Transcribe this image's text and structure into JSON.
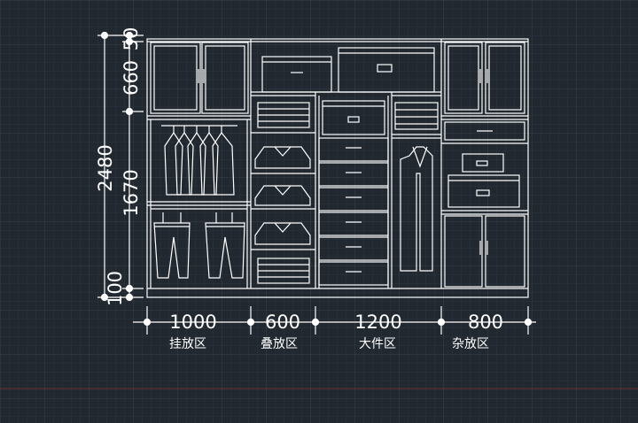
{
  "colors": {
    "background": "#212830",
    "grid": "#2d3540",
    "grid_major": "#37404b",
    "lines": "#ffffff",
    "baseline": "#6a2e2e"
  },
  "vertical_dimensions": {
    "total": "2480",
    "top_trim": "50",
    "upper_cabinet": "660",
    "middle": "1670",
    "bottom_plinth": "100"
  },
  "horizontal_dimensions": [
    {
      "width": "1000",
      "zone": "挂放区"
    },
    {
      "width": "600",
      "zone": "叠放区"
    },
    {
      "width": "1200",
      "zone": "大件区"
    },
    {
      "width": "800",
      "zone": "杂放区"
    }
  ]
}
